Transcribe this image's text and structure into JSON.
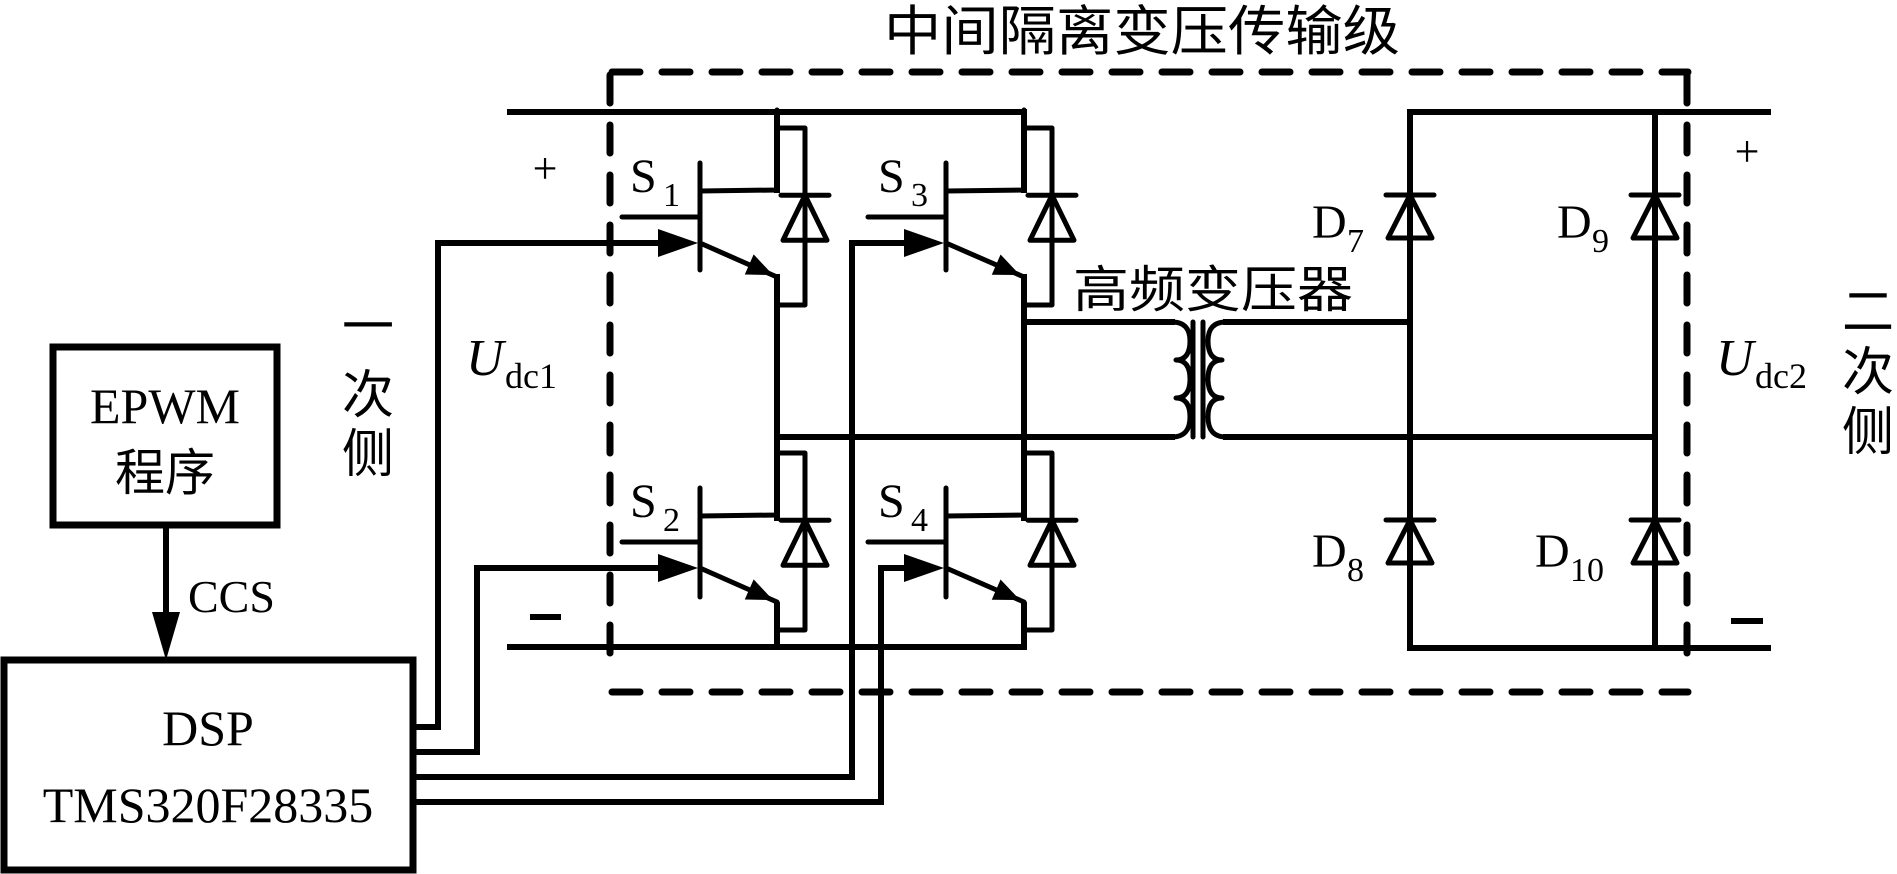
{
  "title": "中间隔离变压传输级",
  "blocks": {
    "epwm": {
      "line1": "EPWM",
      "line2": "程序"
    },
    "link_label": "CCS",
    "dsp": {
      "line1": "DSP",
      "line2": "TMS320F28335"
    }
  },
  "sides": {
    "primary": [
      "一",
      "次",
      "侧"
    ],
    "secondary": [
      "二",
      "次",
      "侧"
    ]
  },
  "voltages": {
    "primary": {
      "symbol": "U",
      "sub": "dc1",
      "plus": "+",
      "minus": "−"
    },
    "secondary": {
      "symbol": "U",
      "sub": "dc2",
      "plus": "+",
      "minus": "−"
    }
  },
  "switches": [
    {
      "name": "S",
      "sub": "1"
    },
    {
      "name": "S",
      "sub": "2"
    },
    {
      "name": "S",
      "sub": "3"
    },
    {
      "name": "S",
      "sub": "4"
    }
  ],
  "diodes": [
    {
      "name": "D",
      "sub": "7"
    },
    {
      "name": "D",
      "sub": "8"
    },
    {
      "name": "D",
      "sub": "9"
    },
    {
      "name": "D",
      "sub": "10"
    }
  ],
  "transformer_label": "高频变压器"
}
